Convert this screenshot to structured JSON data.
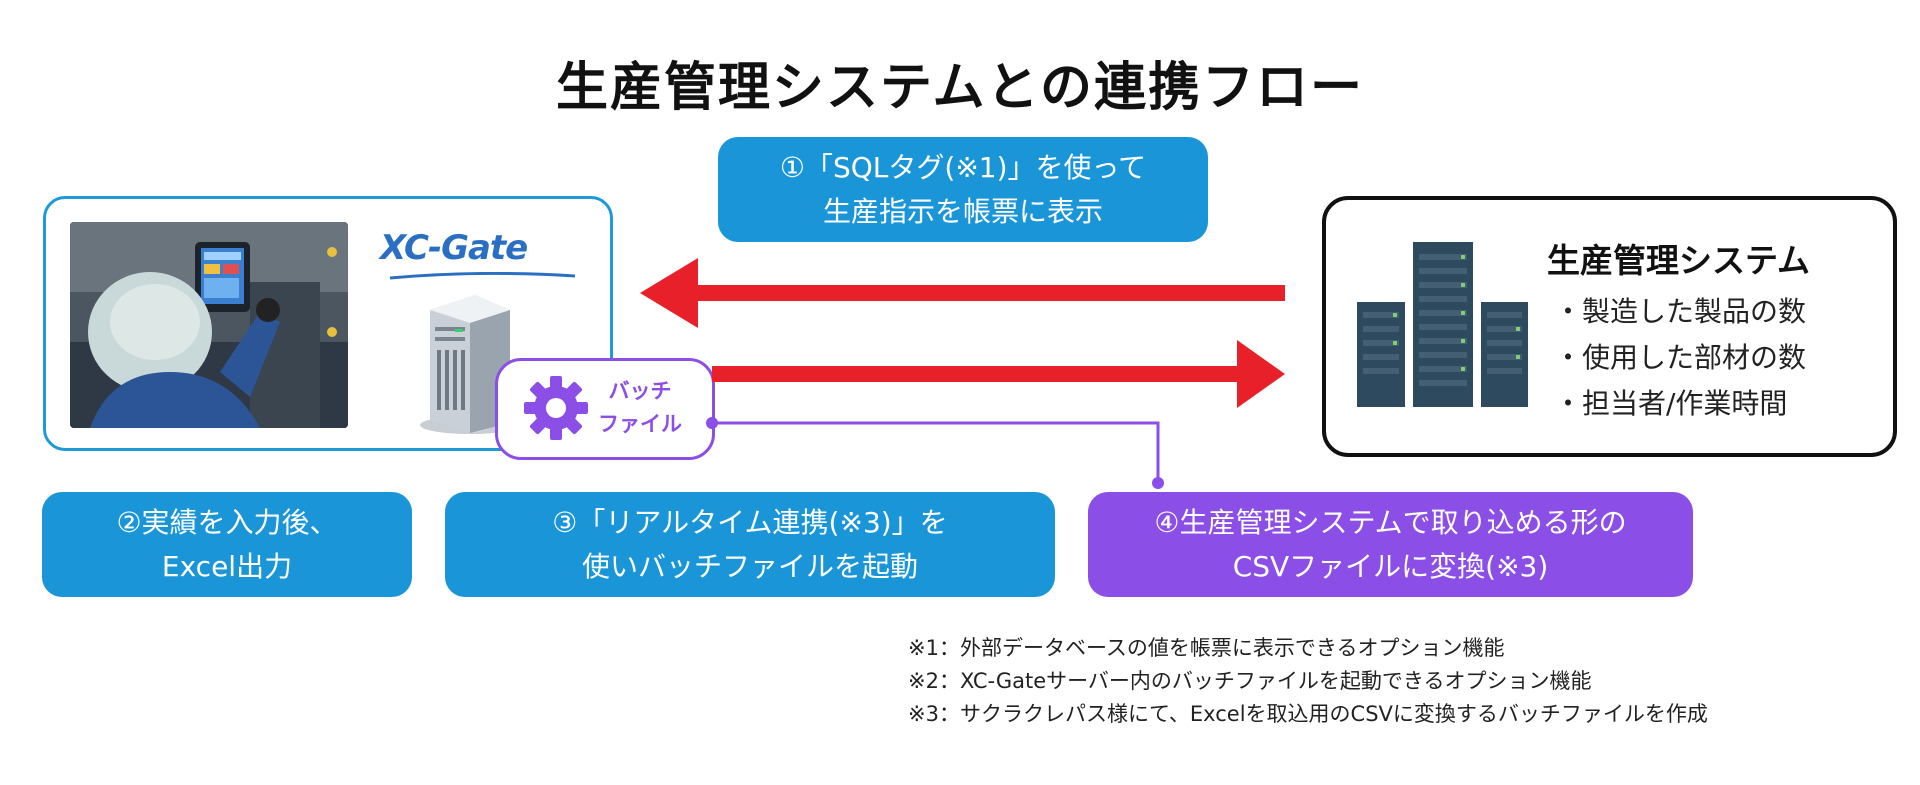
{
  "title": "生産管理システムとの連携フロー",
  "left_box": {
    "logo": "XC-Gate"
  },
  "batch": {
    "line1": "バッチ",
    "line2": "ファイル"
  },
  "system": {
    "title": "生産管理システム",
    "items": [
      "・製造した製品の数",
      "・使用した部材の数",
      "・担当者/作業時間"
    ]
  },
  "notes": {
    "n1": {
      "line1": "①「SQLタグ(※1)」を使って",
      "line2": "生産指示を帳票に表示"
    },
    "n2": {
      "line1": "②実績を入力後、",
      "line2": "Excel出力"
    },
    "n3": {
      "line1": "③「リアルタイム連携(※3)」を",
      "line2": "使いバッチファイルを起動"
    },
    "n4": {
      "line1": "④生産管理システムで取り込める形の",
      "line2": "CSVファイルに変換(※3)"
    }
  },
  "footnotes": [
    "※1：外部データベースの値を帳票に表示できるオプション機能",
    "※2：XC-Gateサーバー内のバッチファイルを起動できるオプション機能",
    "※3：サクラクレパス様にて、Excelを取込用のCSVに変換するバッチファイルを作成"
  ],
  "colors": {
    "blue": "#1a96d8",
    "purple": "#8b4ee6",
    "arrow_red": "#e8202a",
    "server_dark": "#2e4a5e"
  }
}
